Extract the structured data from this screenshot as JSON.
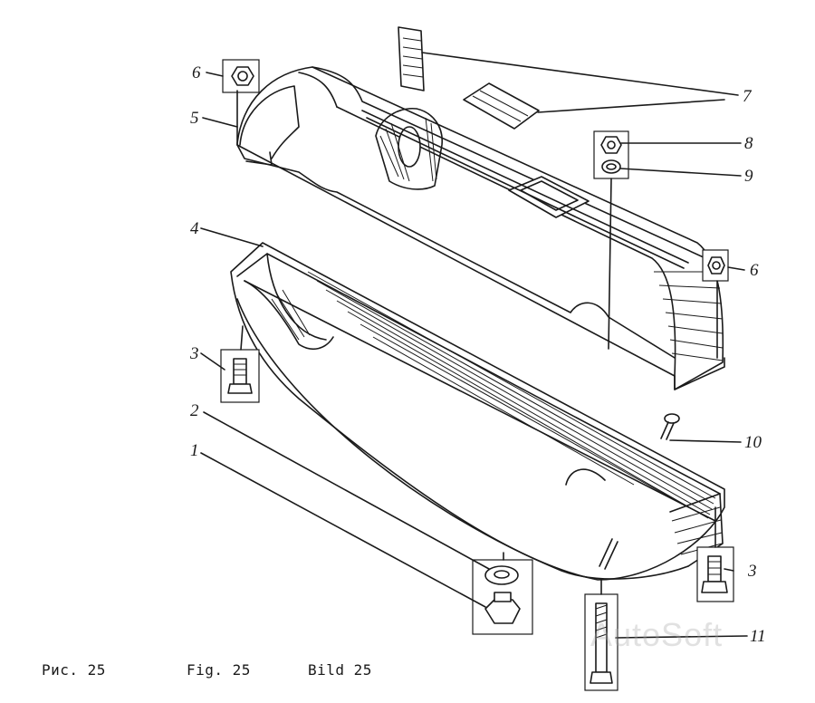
{
  "figure": {
    "caption_ru": "Рис. 25",
    "caption_en": "Fig. 25",
    "caption_de": "Bild 25"
  },
  "callouts": [
    {
      "id": "c1",
      "label": "1"
    },
    {
      "id": "c2",
      "label": "2"
    },
    {
      "id": "c3a",
      "label": "3"
    },
    {
      "id": "c3b",
      "label": "3"
    },
    {
      "id": "c4",
      "label": "4"
    },
    {
      "id": "c5",
      "label": "5"
    },
    {
      "id": "c6a",
      "label": "6"
    },
    {
      "id": "c6b",
      "label": "6"
    },
    {
      "id": "c7",
      "label": "7"
    },
    {
      "id": "c8",
      "label": "8"
    },
    {
      "id": "c9",
      "label": "9"
    },
    {
      "id": "c10",
      "label": "10"
    },
    {
      "id": "c11",
      "label": "11"
    }
  ],
  "watermark": "AutoSoft"
}
